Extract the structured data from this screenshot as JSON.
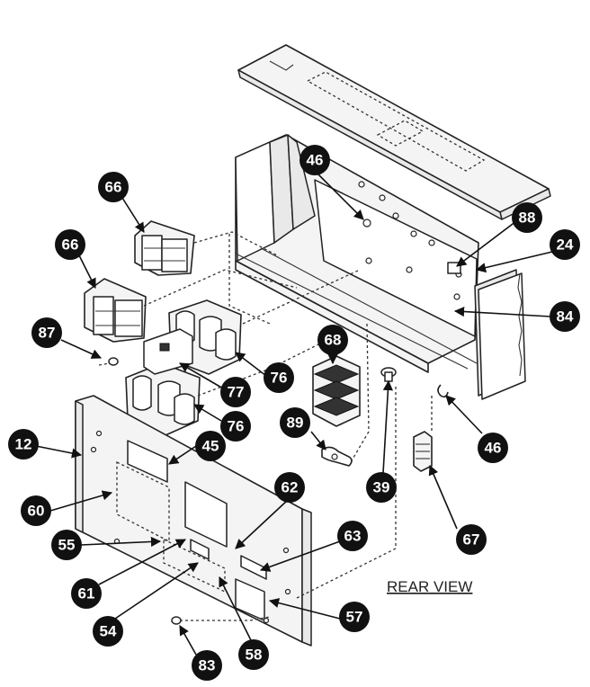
{
  "caption": "REAR VIEW",
  "callouts": {
    "c66a": "66",
    "c66b": "66",
    "c87": "87",
    "c12": "12",
    "c60": "60",
    "c55": "55",
    "c61": "61",
    "c54": "54",
    "c83": "83",
    "c58": "58",
    "c57": "57",
    "c63": "63",
    "c62": "62",
    "c45": "45",
    "c76a": "76",
    "c76b": "76",
    "c77": "77",
    "c68": "68",
    "c89": "89",
    "c39": "39",
    "c67": "67",
    "c46a": "46",
    "c46b": "46",
    "c84": "84",
    "c24": "24",
    "c88": "88"
  }
}
